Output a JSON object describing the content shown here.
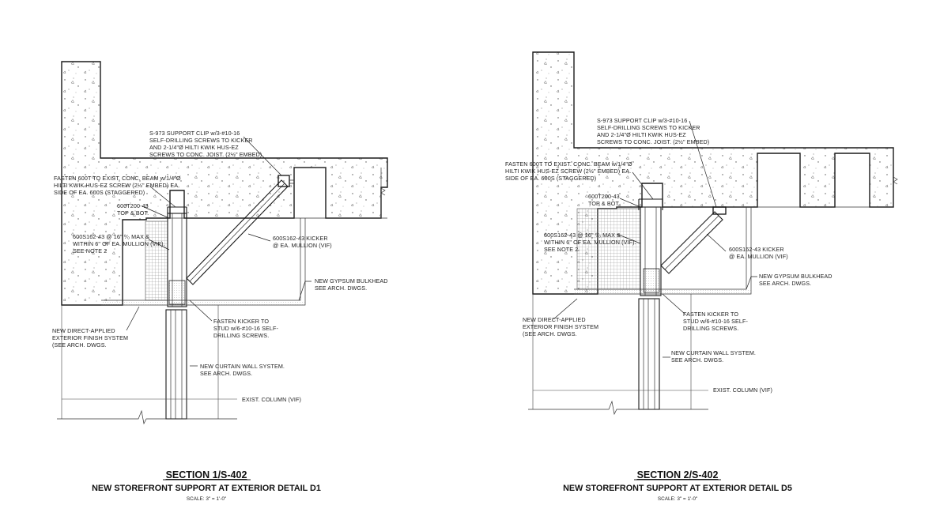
{
  "sections": [
    {
      "title": "SECTION 1/S-402",
      "subtitle": "NEW STOREFRONT SUPPORT AT EXTERIOR DETAIL D1",
      "scale": "SCALE: 3\" = 1'-0\"",
      "notes": {
        "clip": [
          "S-973 SUPPORT CLIP w/3-#10-16",
          "SELF-DRILLING SCREWS TO KICKER",
          "AND 2-1/4\"Ø HILTI KWIK HUS-EZ",
          "SCREWS TO CONC. JOIST. (2½\" EMBED)"
        ],
        "fasten_600t": [
          "FASTEN 600T TO EXIST. CONC. BEAM w/1/4\"Ø",
          "HILTI KWIK HUS-EZ SCREW  (2½\" EMBED) EA.",
          "SIDE OF EA. 600S (STAGGERED)"
        ],
        "track": [
          "600T200-43",
          "TOP & BOT."
        ],
        "stud": [
          "600S162-43 @ 16\" ⁰⁄₀ MAX &",
          "WITHIN 6\" OF EA. MULLION (VIF).",
          "SEE NOTE 2"
        ],
        "kicker": [
          "600S162-43 KICKER",
          "@ EA. MULLION (VIF)"
        ],
        "bulkhead": [
          "NEW GYPSUM BULKHEAD",
          "SEE ARCH. DWGS."
        ],
        "fasten_kicker": [
          "FASTEN KICKER TO",
          "STUD w/6-#10-16 SELF-",
          "DRILLING SCREWS."
        ],
        "finish": [
          "NEW DIRECT-APPLIED",
          "EXTERIOR FINISH SYSTEM",
          "(SEE ARCH. DWGS."
        ],
        "curtain": [
          "NEW CURTAIN WALL SYSTEM.",
          "SEE ARCH. DWGS."
        ],
        "column": "EXIST. COLUMN (VIF)"
      }
    },
    {
      "title": "SECTION 2/S-402",
      "subtitle": "NEW STOREFRONT SUPPORT AT EXTERIOR DETAIL D5",
      "scale": "SCALE: 3\" = 1'-0\"",
      "notes": {
        "clip": [
          "S-973 SUPPORT CLIP w/3-#10-16",
          "SELF-DRILLING SCREWS TO KICKER",
          "AND 2-1/4\"Ø HILTI KWIK HUS-EZ",
          "SCREWS TO CONC. JOIST. (2½\" EMBED)"
        ],
        "fasten_600t": [
          "FASTEN 600T TO EXIST. CONC. BEAM w/1/4\"Ø",
          "HILTI KWIK HUS-EZ SCREW  (2½\" EMBED) EA.",
          "SIDE OF EA. 600S (STAGGERED)"
        ],
        "track": [
          "600T200-43",
          "TOP & BOT."
        ],
        "stud": [
          "600S162-43 @ 16\" ⁰⁄₀ MAX &",
          "WITHIN 6\" OF EA. MULLION (VIF).",
          "SEE NOTE 2"
        ],
        "kicker": [
          "600S162-43 KICKER",
          "@ EA. MULLION (VIF)"
        ],
        "bulkhead": [
          "NEW GYPSUM BULKHEAD",
          "SEE ARCH. DWGS."
        ],
        "fasten_kicker": [
          "FASTEN KICKER TO",
          "STUD w/6-#10-16 SELF-",
          "DRILLING SCREWS."
        ],
        "finish": [
          "NEW DIRECT-APPLIED",
          "EXTERIOR FINISH SYSTEM",
          "(SEE ARCH. DWGS."
        ],
        "curtain": [
          "NEW CURTAIN WALL SYSTEM.",
          "SEE ARCH. DWGS."
        ],
        "column": "EXIST. COLUMN (VIF)"
      }
    }
  ]
}
